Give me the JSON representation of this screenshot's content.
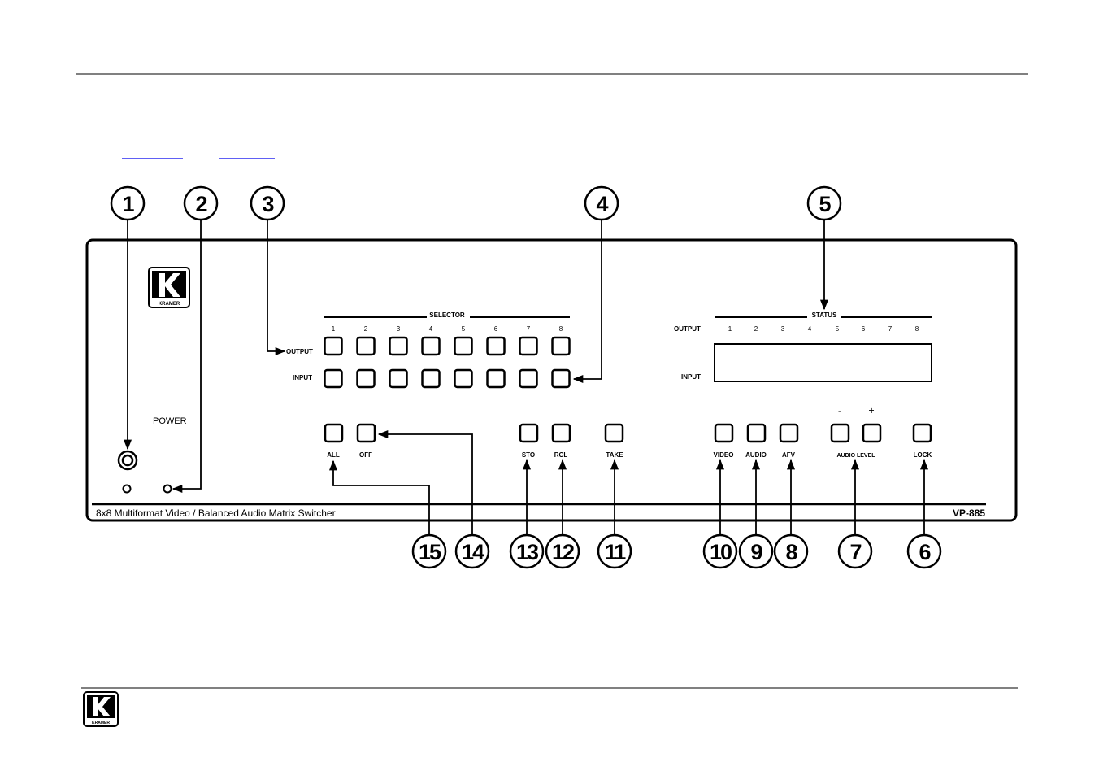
{
  "logo": {
    "brand": "KRAMER"
  },
  "panel": {
    "power_label": "POWER",
    "model_description": "8x8 Multiformat Video / Balanced Audio Matrix Switcher",
    "model_number": "VP-885"
  },
  "selector": {
    "title": "SELECTOR",
    "numbers": [
      "1",
      "2",
      "3",
      "4",
      "5",
      "6",
      "7",
      "8"
    ],
    "output_label": "OUTPUT",
    "input_label": "INPUT"
  },
  "status": {
    "title": "STATUS",
    "output_label": "OUTPUT",
    "input_label": "INPUT",
    "numbers": [
      "1",
      "2",
      "3",
      "4",
      "5",
      "6",
      "7",
      "8"
    ]
  },
  "buttons": {
    "all": "ALL",
    "off": "OFF",
    "sto": "STO",
    "rcl": "RCL",
    "take": "TAKE",
    "video": "VIDEO",
    "audio": "AUDIO",
    "afv": "AFV",
    "audio_level": "AUDIO LEVEL",
    "minus": "-",
    "plus": "+",
    "lock": "LOCK"
  },
  "callouts": [
    "1",
    "2",
    "3",
    "4",
    "5",
    "6",
    "7",
    "8",
    "9",
    "10",
    "11",
    "12",
    "13",
    "14",
    "15"
  ],
  "colors": {
    "link": "#0000ee",
    "ink": "#000000"
  }
}
